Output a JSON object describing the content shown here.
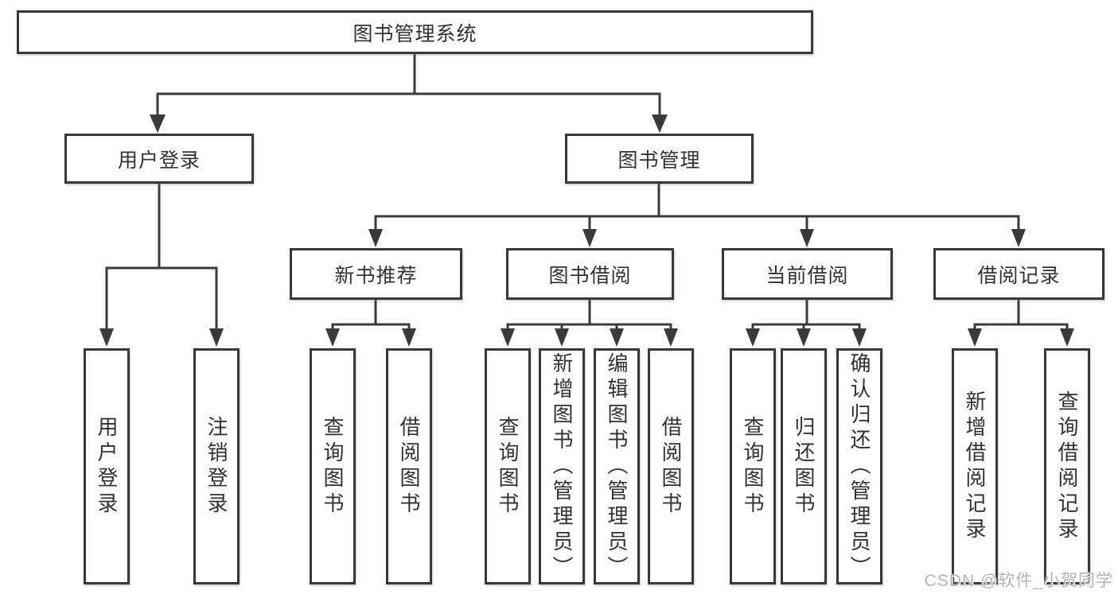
{
  "diagram": {
    "root": {
      "label": "图书管理系统"
    },
    "level2": {
      "user_login": {
        "label": "用户登录"
      },
      "book_management": {
        "label": "图书管理"
      }
    },
    "level3": {
      "new_book_recommend": {
        "label": "新书推荐"
      },
      "book_borrow": {
        "label": "图书借阅"
      },
      "current_borrow": {
        "label": "当前借阅"
      },
      "borrow_records": {
        "label": "借阅记录"
      }
    },
    "leaves": {
      "user_login": {
        "label": "用户登录"
      },
      "logout": {
        "label": "注销登录"
      },
      "newbook_query": {
        "label": "查询图书"
      },
      "newbook_borrow": {
        "label": "借阅图书"
      },
      "borrow_query": {
        "label": "查询图书"
      },
      "borrow_add_admin": {
        "label": "新增图书（管理员）"
      },
      "borrow_edit_admin": {
        "label": "编辑图书（管理员）"
      },
      "borrow_borrow": {
        "label": "借阅图书"
      },
      "current_query": {
        "label": "查询图书"
      },
      "current_return": {
        "label": "归还图书"
      },
      "current_confirm_admin": {
        "label": "确认归还（管理员）"
      },
      "records_add": {
        "label": "新增借阅记录"
      },
      "records_query": {
        "label": "查询借阅记录"
      }
    }
  },
  "watermark": {
    "text": "CSDN @软件_小贺同学"
  },
  "colors": {
    "line": "#3a3a3a",
    "text": "#323232",
    "watermark": "#b3b3b3",
    "background": "#ffffff"
  }
}
